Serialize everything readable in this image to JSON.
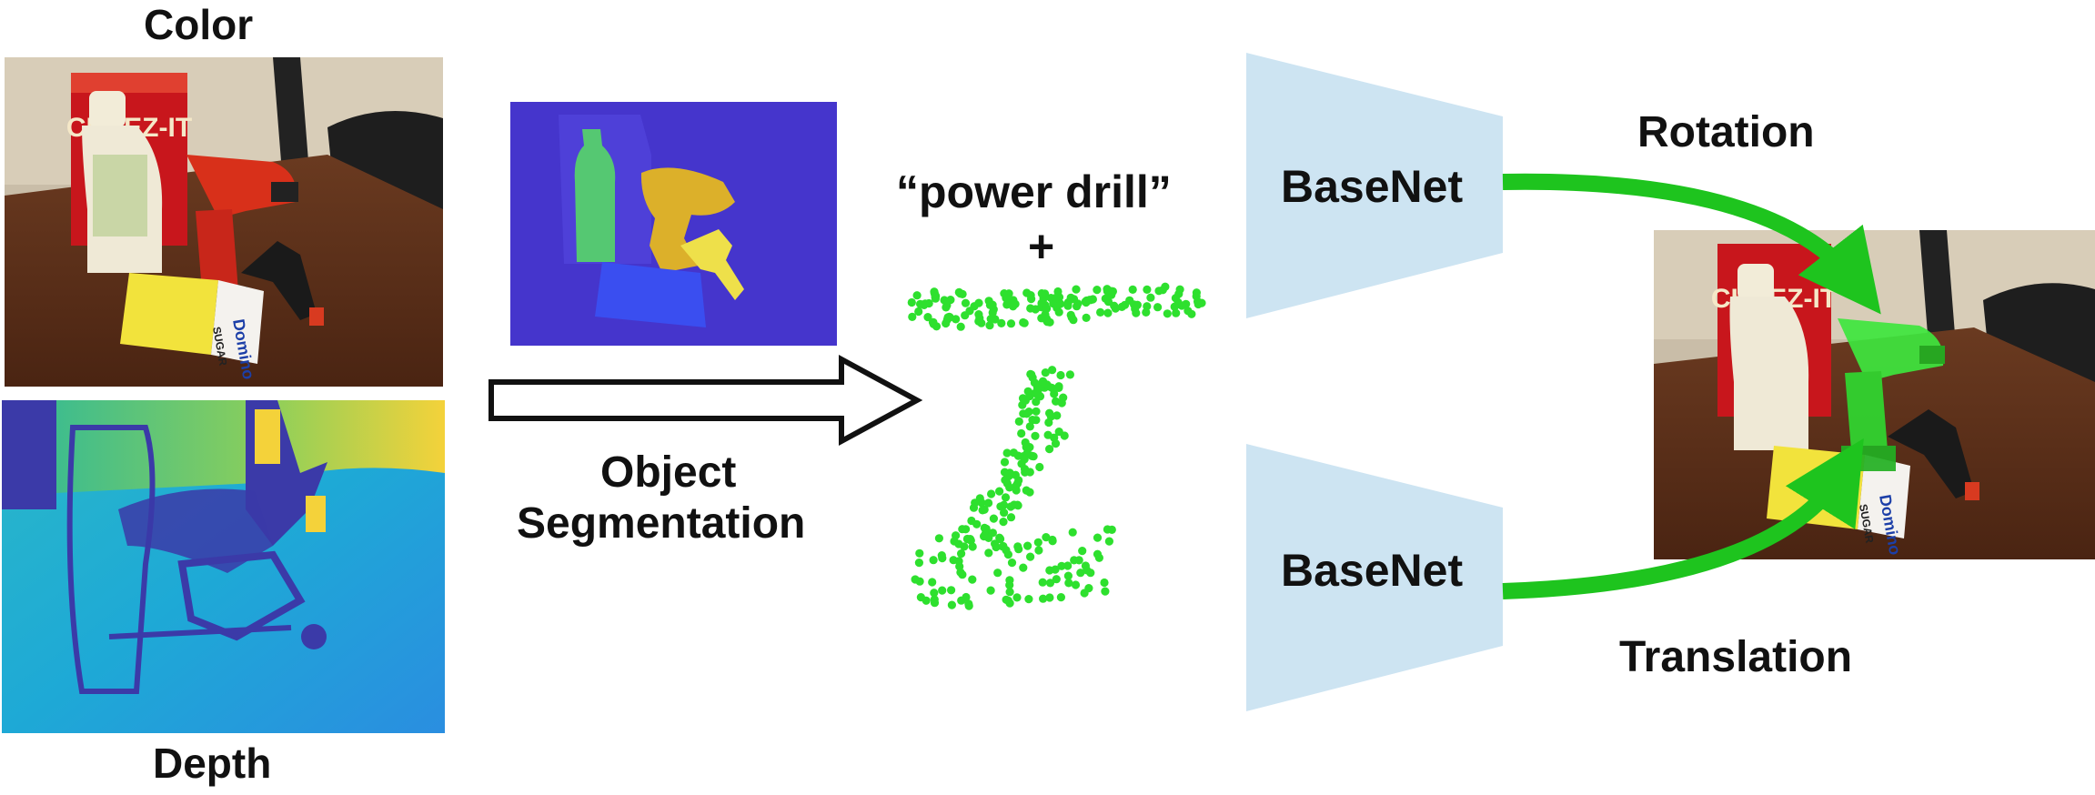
{
  "labels": {
    "color": "Color",
    "depth": "Depth",
    "segmentation_line1": "Object",
    "segmentation_line2": "Segmentation",
    "class_name": "“power drill”",
    "plus": "+",
    "basenet_top": "BaseNet",
    "basenet_bottom": "BaseNet",
    "rotation": "Rotation",
    "translation": "Translation"
  },
  "photo_text": {
    "cheezit": "CHEEZ-IT",
    "domino": "Domino",
    "sugar": "SUGAR"
  },
  "colors": {
    "network_fill": "#cde4f2",
    "arrow_green": "#1ec41e",
    "point_green": "#2ee02e",
    "seg_background": "#4535cc",
    "seg_bottle": "#55c872",
    "seg_drill": "#dcb02a",
    "seg_box": "#3a4ef0",
    "seg_clamp": "#eee04a",
    "depth_near": "#3b3aa8",
    "depth_mid": "#1ea9d6",
    "depth_far": "#f4d23a"
  },
  "icons": {
    "seg_to_points": "hollow-right-arrow-icon",
    "rotation_link": "curved-green-arrow-icon",
    "translation_link": "curved-green-arrow-icon"
  }
}
